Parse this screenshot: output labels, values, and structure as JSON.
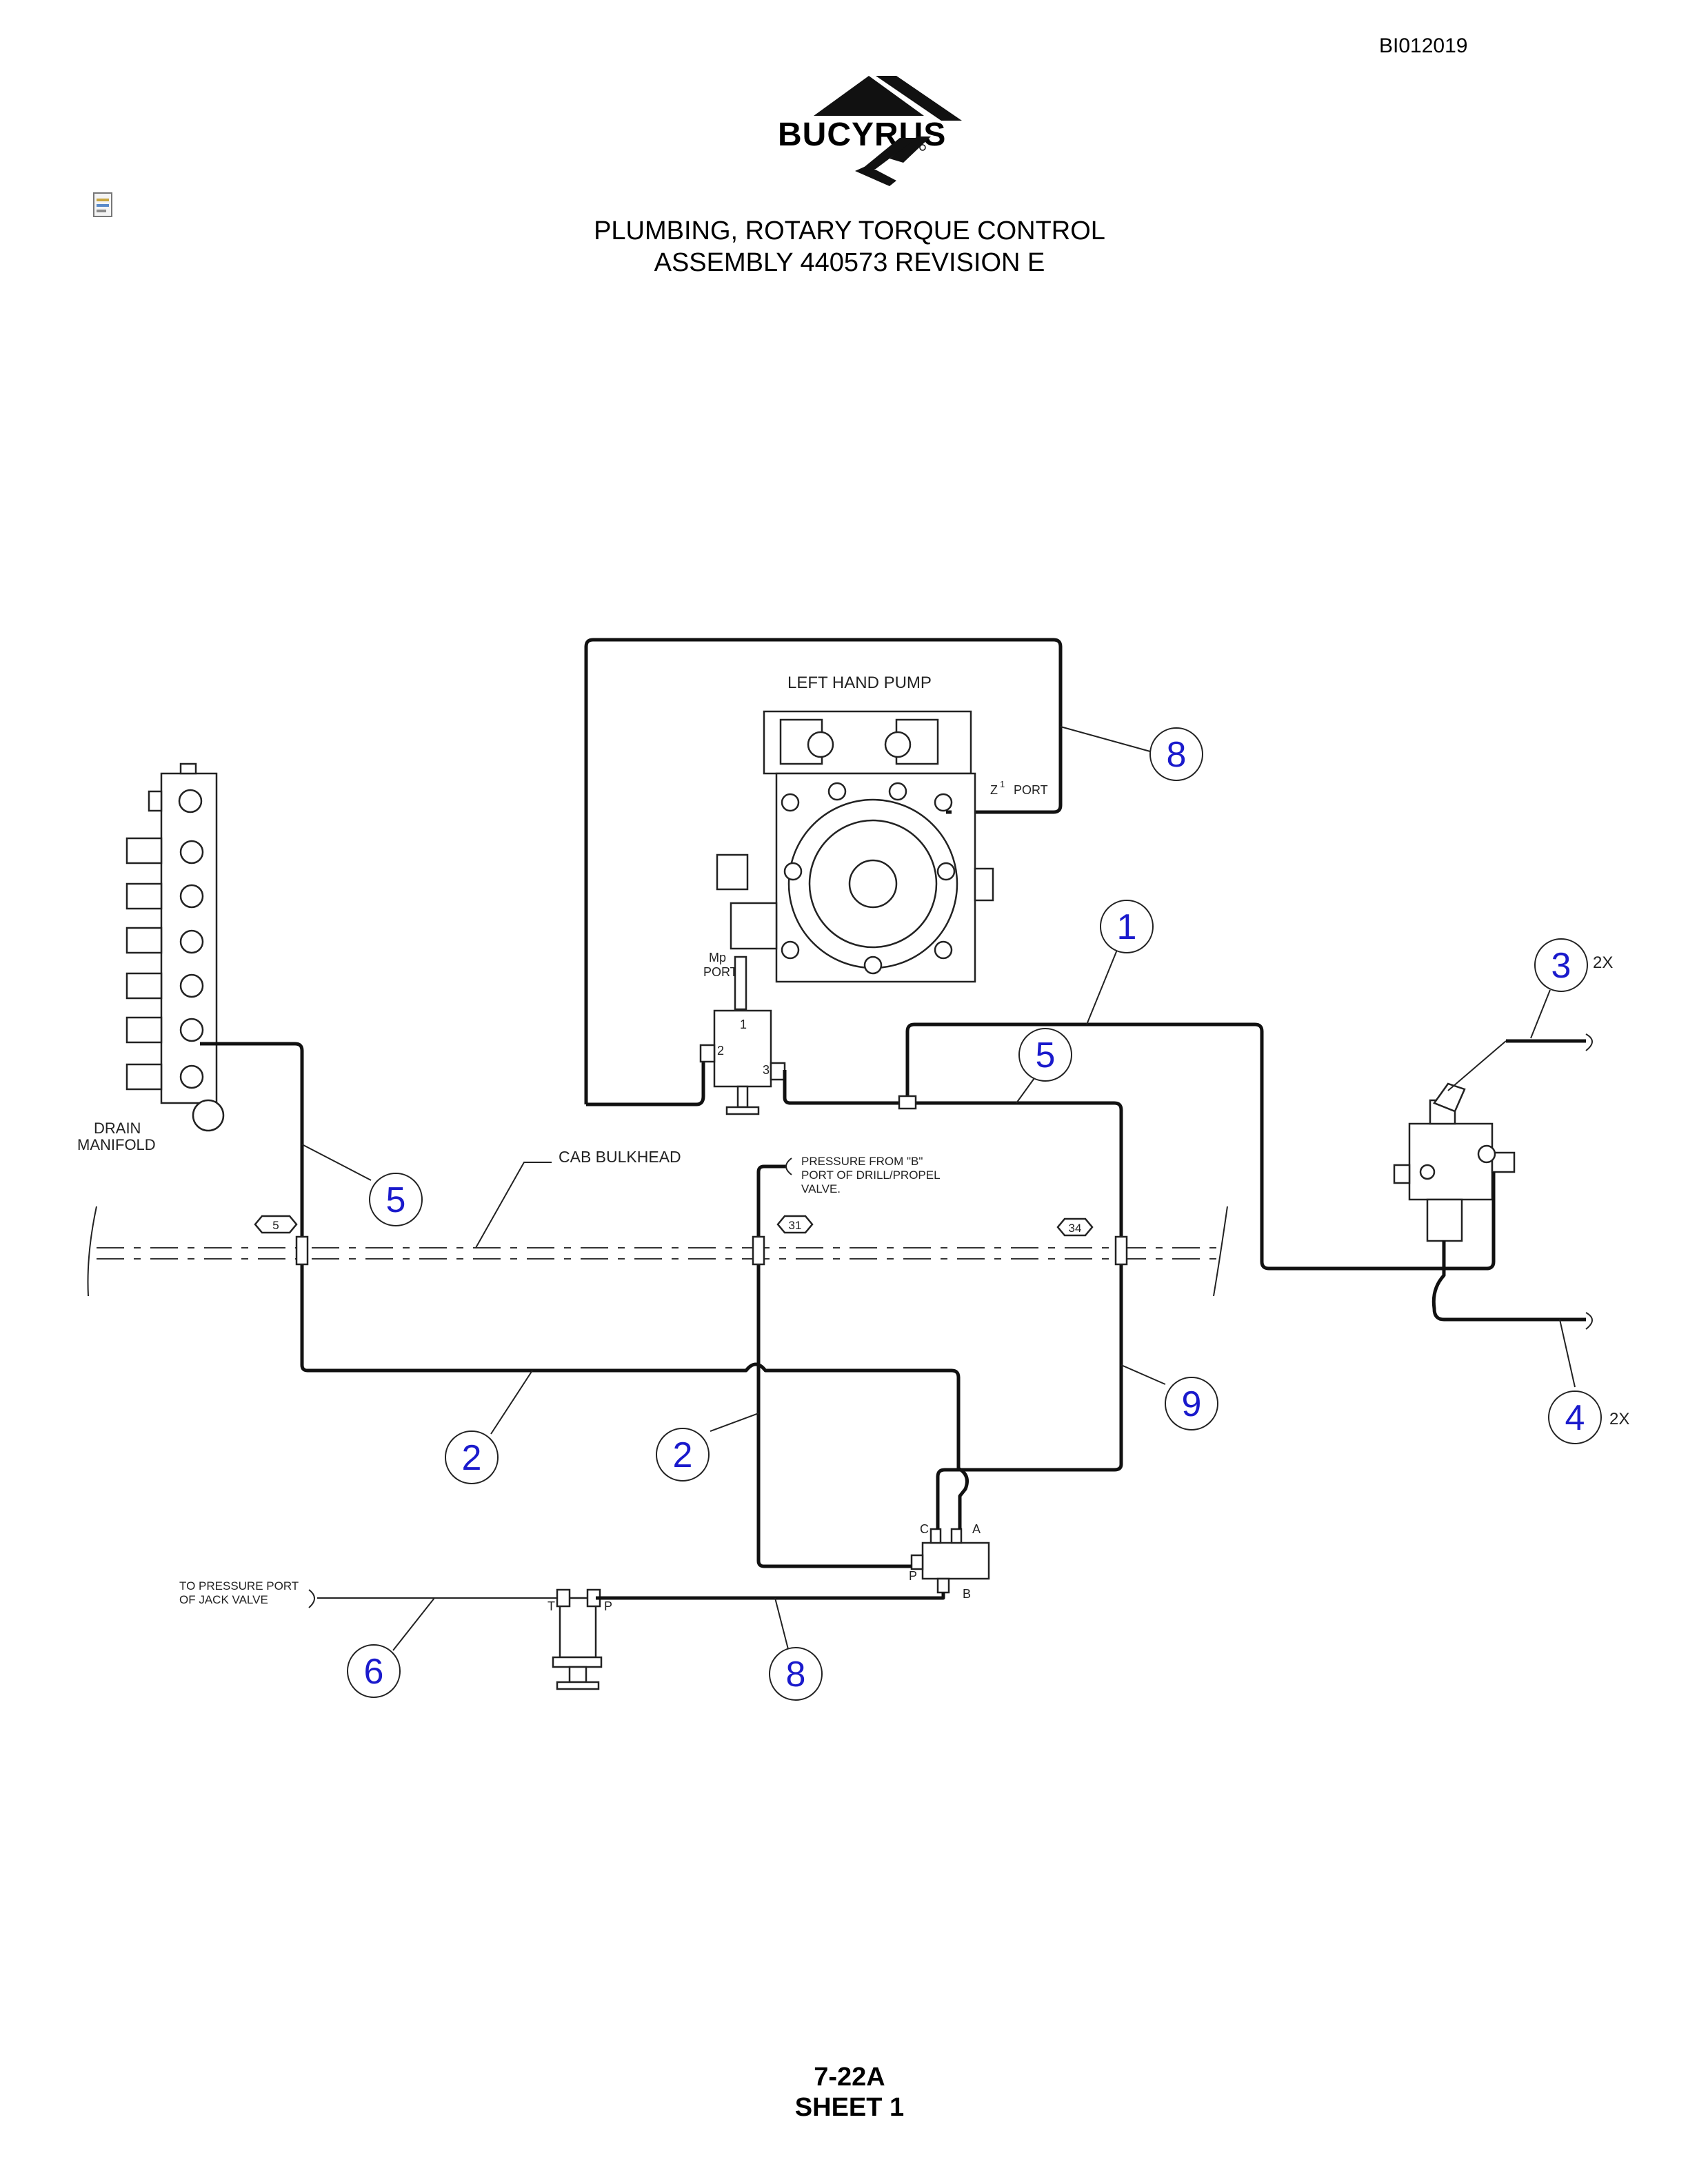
{
  "header": {
    "doc_id": "BI012019",
    "logo": "BUCYRUS",
    "title_line1": "PLUMBING, ROTARY TORQUE CONTROL",
    "title_line2": "ASSEMBLY 440573 REVISION E"
  },
  "footer": {
    "page": "7-22A",
    "sheet": "SHEET 1"
  },
  "diagram": {
    "labels": {
      "left_hand_pump": "LEFT HAND PUMP",
      "z1_port": "Z",
      "z1_sup": "1",
      "z1_port_word": "PORT",
      "mp": "Mp",
      "port": "PORT",
      "drain": "DRAIN",
      "manifold": "MANIFOLD",
      "cab_bulkhead": "CAB BULKHEAD",
      "pressure_b_1": "PRESSURE FROM \"B\"",
      "pressure_b_2": "PORT OF DRILL/PROPEL",
      "pressure_b_3": "VALVE.",
      "jack_1": "TO PRESSURE PORT",
      "jack_2": "OF JACK VALVE",
      "tag_5": "5",
      "tag_31": "31",
      "tag_34": "34",
      "port_1": "1",
      "port_2": "2",
      "port_3": "3",
      "port_c": "C",
      "port_a": "A",
      "port_p": "P",
      "port_b": "B",
      "port_t": "T",
      "port_p2": "P",
      "qty_3": "2X",
      "qty_4": "2X"
    },
    "balloons": {
      "b8_top": "8",
      "b1": "1",
      "b3": "3",
      "b5_mid": "5",
      "b5_left": "5",
      "b9": "9",
      "b4": "4",
      "b2_left": "2",
      "b2_mid": "2",
      "b6": "6",
      "b8_bottom": "8"
    }
  }
}
